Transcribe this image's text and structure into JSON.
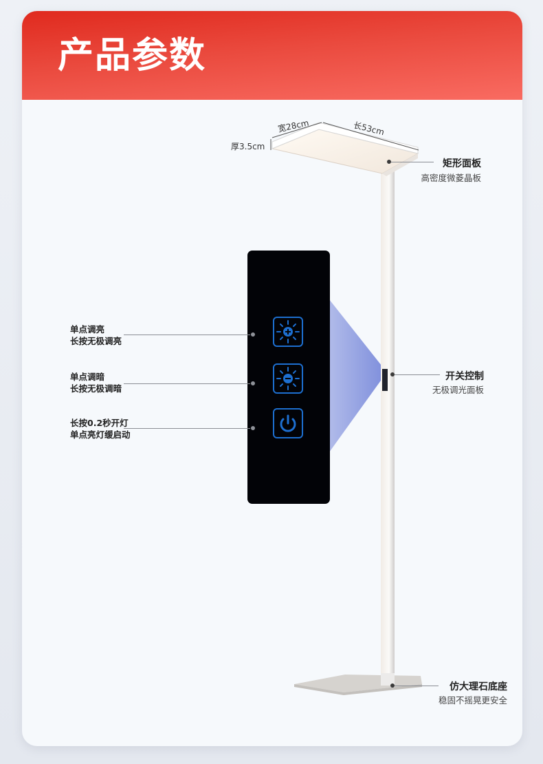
{
  "header": {
    "title": "产品参数"
  },
  "dimensions": {
    "width": "宽28cm",
    "length": "长53cm",
    "thickness": "厚3.5cm"
  },
  "callouts_right": [
    {
      "title": "矩形面板",
      "subtitle": "高密度微菱晶板"
    },
    {
      "title": "开关控制",
      "subtitle": "无极调光面板"
    },
    {
      "title": "仿大理石底座",
      "subtitle": "稳固不摇晃更安全"
    }
  ],
  "callouts_left": [
    {
      "line1": "单点调亮",
      "line2": "长按无极调亮",
      "icon": "brightness-up-icon"
    },
    {
      "line1": "单点调暗",
      "line2": "长按无极调暗",
      "icon": "brightness-down-icon"
    },
    {
      "line1": "长按0.2秒开灯",
      "line2": "单点亮灯缓启动",
      "icon": "power-icon"
    }
  ],
  "colors": {
    "header_red": "#e02a1e",
    "button_blue": "#1d6fd0",
    "panel_black": "#020307",
    "beam_blue": "#8c9be0"
  }
}
